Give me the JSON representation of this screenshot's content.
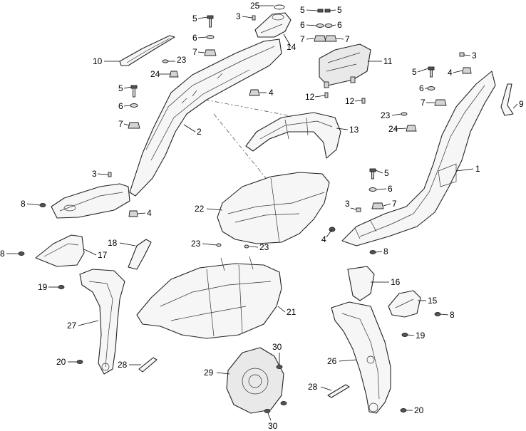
{
  "diagram": {
    "callouts": [
      {
        "id": "c25",
        "text": "25"
      },
      {
        "id": "c3a",
        "text": "3"
      },
      {
        "id": "c14",
        "text": "14"
      },
      {
        "id": "c5a",
        "text": "5"
      },
      {
        "id": "c6a",
        "text": "6"
      },
      {
        "id": "c7a",
        "text": "7"
      },
      {
        "id": "c10",
        "text": "10"
      },
      {
        "id": "c23a",
        "text": "23"
      },
      {
        "id": "c24a",
        "text": "24"
      },
      {
        "id": "c5b",
        "text": "5"
      },
      {
        "id": "c6b",
        "text": "6"
      },
      {
        "id": "c7b",
        "text": "7"
      },
      {
        "id": "c4a",
        "text": "4"
      },
      {
        "id": "c2",
        "text": "2"
      },
      {
        "id": "c3b",
        "text": "3"
      },
      {
        "id": "c8a",
        "text": "8"
      },
      {
        "id": "c4b",
        "text": "4"
      },
      {
        "id": "c5c",
        "text": "5"
      },
      {
        "id": "c5d",
        "text": "5"
      },
      {
        "id": "c6c",
        "text": "6"
      },
      {
        "id": "c6d",
        "text": "6"
      },
      {
        "id": "c7c",
        "text": "7"
      },
      {
        "id": "c7d",
        "text": "7"
      },
      {
        "id": "c11",
        "text": "11"
      },
      {
        "id": "c12a",
        "text": "12"
      },
      {
        "id": "c12b",
        "text": "12"
      },
      {
        "id": "c13",
        "text": "13"
      },
      {
        "id": "c3c",
        "text": "3"
      },
      {
        "id": "c4c",
        "text": "4"
      },
      {
        "id": "c5e",
        "text": "5"
      },
      {
        "id": "c6e",
        "text": "6"
      },
      {
        "id": "c7e",
        "text": "7"
      },
      {
        "id": "c9",
        "text": "9"
      },
      {
        "id": "c23b",
        "text": "23"
      },
      {
        "id": "c24b",
        "text": "24"
      },
      {
        "id": "c1",
        "text": "1"
      },
      {
        "id": "c5f",
        "text": "5"
      },
      {
        "id": "c6f",
        "text": "6"
      },
      {
        "id": "c7f",
        "text": "7"
      },
      {
        "id": "c3d",
        "text": "3"
      },
      {
        "id": "c4d",
        "text": "4"
      },
      {
        "id": "c8b",
        "text": "8"
      },
      {
        "id": "c22",
        "text": "22"
      },
      {
        "id": "c8c",
        "text": "8"
      },
      {
        "id": "c17",
        "text": "17"
      },
      {
        "id": "c18",
        "text": "18"
      },
      {
        "id": "c23c",
        "text": "23"
      },
      {
        "id": "c23d",
        "text": "23"
      },
      {
        "id": "c19a",
        "text": "19"
      },
      {
        "id": "c16",
        "text": "16"
      },
      {
        "id": "c15",
        "text": "15"
      },
      {
        "id": "c8d",
        "text": "8"
      },
      {
        "id": "c21",
        "text": "21"
      },
      {
        "id": "c27",
        "text": "27"
      },
      {
        "id": "c19b",
        "text": "19"
      },
      {
        "id": "c20a",
        "text": "20"
      },
      {
        "id": "c28a",
        "text": "28"
      },
      {
        "id": "c30a",
        "text": "30"
      },
      {
        "id": "c29",
        "text": "29"
      },
      {
        "id": "c26",
        "text": "26"
      },
      {
        "id": "c28b",
        "text": "28"
      },
      {
        "id": "c20b",
        "text": "20"
      },
      {
        "id": "c30b",
        "text": "30"
      }
    ]
  }
}
